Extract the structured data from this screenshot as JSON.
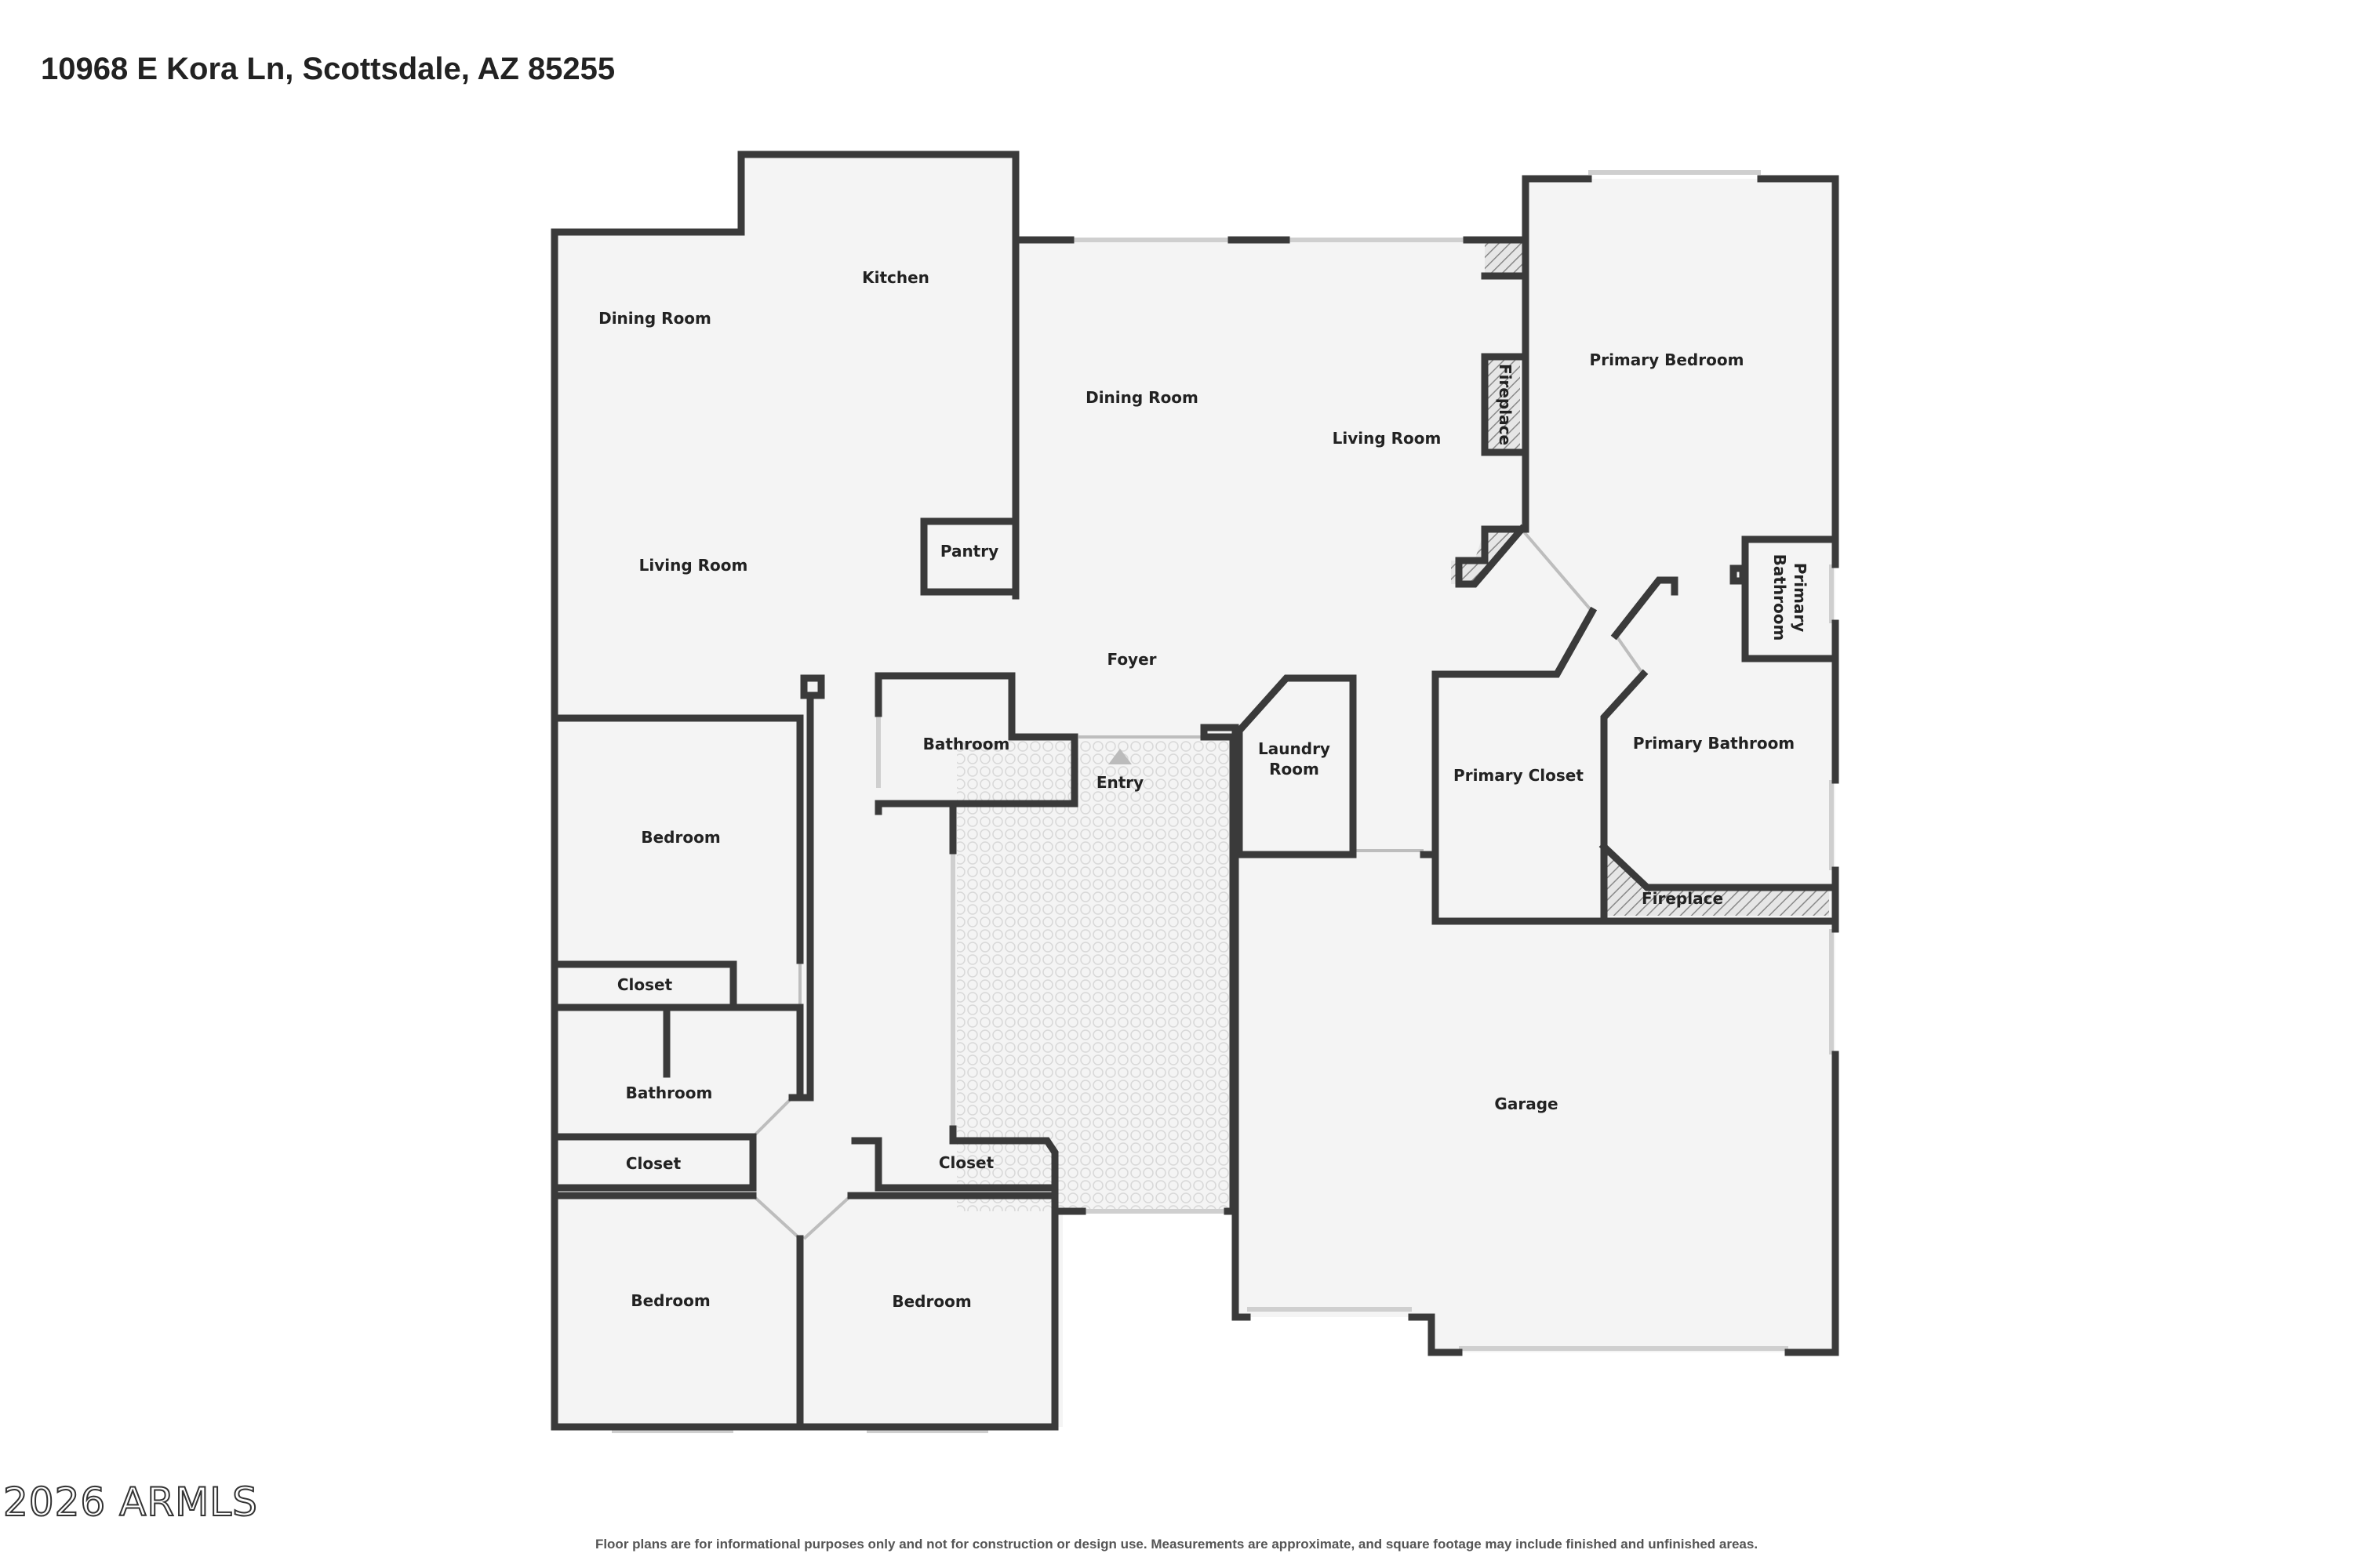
{
  "title": "10968 E Kora Ln, Scottsdale, AZ 85255",
  "watermark": "2026 ARMLS",
  "disclaimer": "Floor plans are for informational purposes only and not for construction or design use. Measurements are approximate, and square footage may include finished and unfinished areas.",
  "colors": {
    "wall": "#3a3a3a",
    "floor": "#f4f4f4",
    "window": "#cfcfcf",
    "hatch": "#888888"
  },
  "rooms": [
    {
      "label": "Dining Room"
    },
    {
      "label": "Kitchen"
    },
    {
      "label": "Living Room"
    },
    {
      "label": "Pantry"
    },
    {
      "label": "Dining Room"
    },
    {
      "label": "Living Room"
    },
    {
      "label": "Fireplace"
    },
    {
      "label": "Primary Bedroom"
    },
    {
      "label": "Primary"
    },
    {
      "label": "Bathroom"
    },
    {
      "label": "Foyer"
    },
    {
      "label": "Bathroom"
    },
    {
      "label": "Entry"
    },
    {
      "label": "Laundry"
    },
    {
      "label": "Room"
    },
    {
      "label": "Primary Closet"
    },
    {
      "label": "Primary Bathroom"
    },
    {
      "label": "Fireplace"
    },
    {
      "label": "Bedroom"
    },
    {
      "label": "Closet"
    },
    {
      "label": "Bathroom"
    },
    {
      "label": "Closet"
    },
    {
      "label": "Closet"
    },
    {
      "label": "Garage"
    },
    {
      "label": "Bedroom"
    },
    {
      "label": "Bedroom"
    }
  ]
}
